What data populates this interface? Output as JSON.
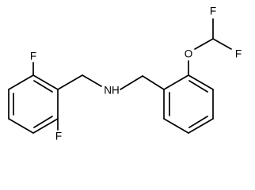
{
  "molecule": {
    "atoms": [
      {
        "id": "F1",
        "label": "F"
      },
      {
        "id": "F2",
        "label": "F"
      },
      {
        "id": "N",
        "label": "NH"
      },
      {
        "id": "O",
        "label": "O"
      },
      {
        "id": "F3",
        "label": "F"
      },
      {
        "id": "F4",
        "label": "F"
      }
    ]
  }
}
